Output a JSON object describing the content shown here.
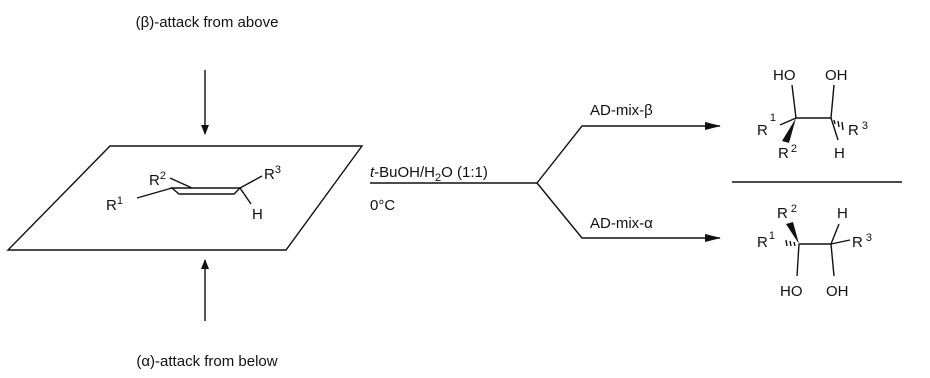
{
  "diagram": {
    "beta_attack": "(β)-attack from above",
    "alpha_attack": "(α)-attack from below",
    "conditions": {
      "solvent_prefix": "t",
      "solvent_main": "-BuOH/H",
      "solvent_sub": "2",
      "solvent_ratio": "O (1:1)",
      "temperature": "0°C"
    },
    "reagents": {
      "beta": "AD-mix-β",
      "alpha": "AD-mix-α"
    },
    "alkene": {
      "R1": "R",
      "R1_sup": "1",
      "R2": "R",
      "R2_sup": "2",
      "R3": "R",
      "R3_sup": "3",
      "H": "H"
    },
    "product_beta": {
      "HO": "HO",
      "OH": "OH",
      "R1": "R",
      "R1_sup": "1",
      "R2": "R",
      "R2_sup": "2",
      "R3": "R",
      "R3_sup": "3",
      "H": "H"
    },
    "product_alpha": {
      "HO": "HO",
      "OH": "OH",
      "R1": "R",
      "R1_sup": "1",
      "R2": "R",
      "R2_sup": "2",
      "R3": "R",
      "R3_sup": "3",
      "H": "H"
    }
  }
}
